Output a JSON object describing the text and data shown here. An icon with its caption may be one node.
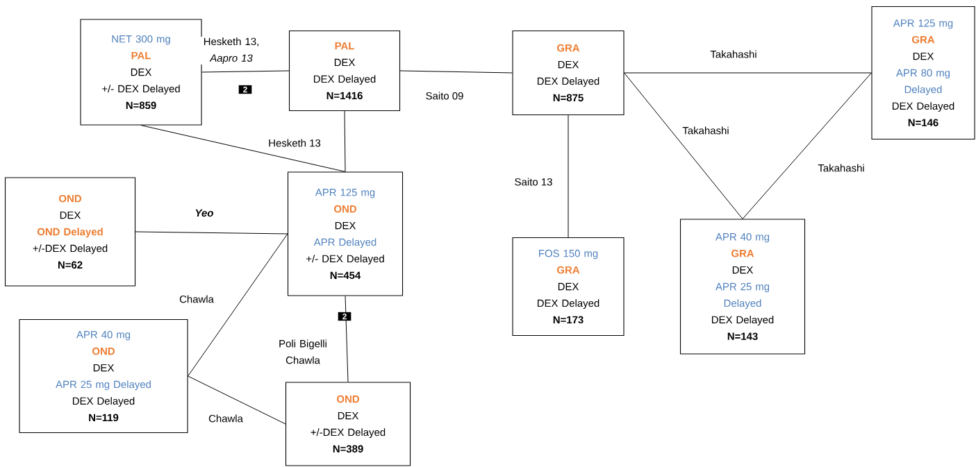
{
  "diagram": {
    "nodes": [
      {
        "text": [
          "NET 300 mg",
          "PAL",
          "DEX",
          "+/- DEX Delayed",
          "N=859"
        ]
      },
      {
        "text": [
          "PAL",
          "DEX",
          "DEX Delayed",
          "N=1416"
        ]
      },
      {
        "text": [
          "GRA",
          "DEX",
          "DEX Delayed",
          "N=875"
        ]
      },
      {
        "text": [
          "APR 125 mg",
          "GRA",
          "DEX",
          "APR 80 mg Delayed",
          "DEX Delayed",
          "N=146"
        ]
      },
      {
        "text": [
          "OND",
          "DEX",
          "OND Delayed",
          "+/-DEX Delayed",
          "N=62"
        ]
      },
      {
        "text": [
          "APR 125 mg",
          "OND",
          "DEX",
          "APR Delayed",
          "+/- DEX Delayed",
          "N=454"
        ]
      },
      {
        "text": [
          "FOS 150 mg",
          "GRA",
          "DEX",
          "DEX Delayed",
          "N=173"
        ]
      },
      {
        "text": [
          "APR 40 mg",
          "GRA",
          "DEX",
          "APR 25 mg Delayed",
          "DEX Delayed",
          "N=143"
        ]
      },
      {
        "text": [
          "APR 40 mg",
          "OND",
          "DEX",
          "APR 25 mg Delayed",
          "DEX Delayed",
          "N=119"
        ]
      },
      {
        "text": [
          "OND",
          "DEX",
          "+/-DEX Delayed",
          "N=389"
        ]
      }
    ],
    "edges": [
      {
        "from": 0,
        "to": 1,
        "arrow": "none",
        "label": "Hesketh 13, *Aapro 13*"
      },
      {
        "from": 1,
        "to": 2,
        "arrow": "none",
        "label": "Saito 09"
      },
      {
        "from": 0,
        "to": 5,
        "arrow": "none",
        "label": "Hesketh 13"
      },
      {
        "from": 1,
        "to": 5,
        "arrow": "none"
      },
      {
        "from": 2,
        "to": 3,
        "arrow": "none",
        "label": "Takahashi"
      },
      {
        "from": 2,
        "to": 7,
        "arrow": "none",
        "label": "Takahashi"
      },
      {
        "from": 3,
        "to": 7,
        "arrow": "none",
        "label": "Takahashi"
      },
      {
        "from": 2,
        "to": 6,
        "arrow": "none",
        "label": "Saito 13"
      },
      {
        "from": 4,
        "to": 5,
        "arrow": "none",
        "label": "Yeo"
      },
      {
        "from": 5,
        "to": 8,
        "arrow": "none",
        "label": "Chawla"
      },
      {
        "from": 5,
        "to": 9,
        "arrow": "none",
        "label": "Poli Bigelli Chawla"
      },
      {
        "from": 8,
        "to": 9,
        "arrow": "none",
        "label": "Chawla"
      }
    ],
    "labels": [
      "2",
      "2"
    ]
  }
}
